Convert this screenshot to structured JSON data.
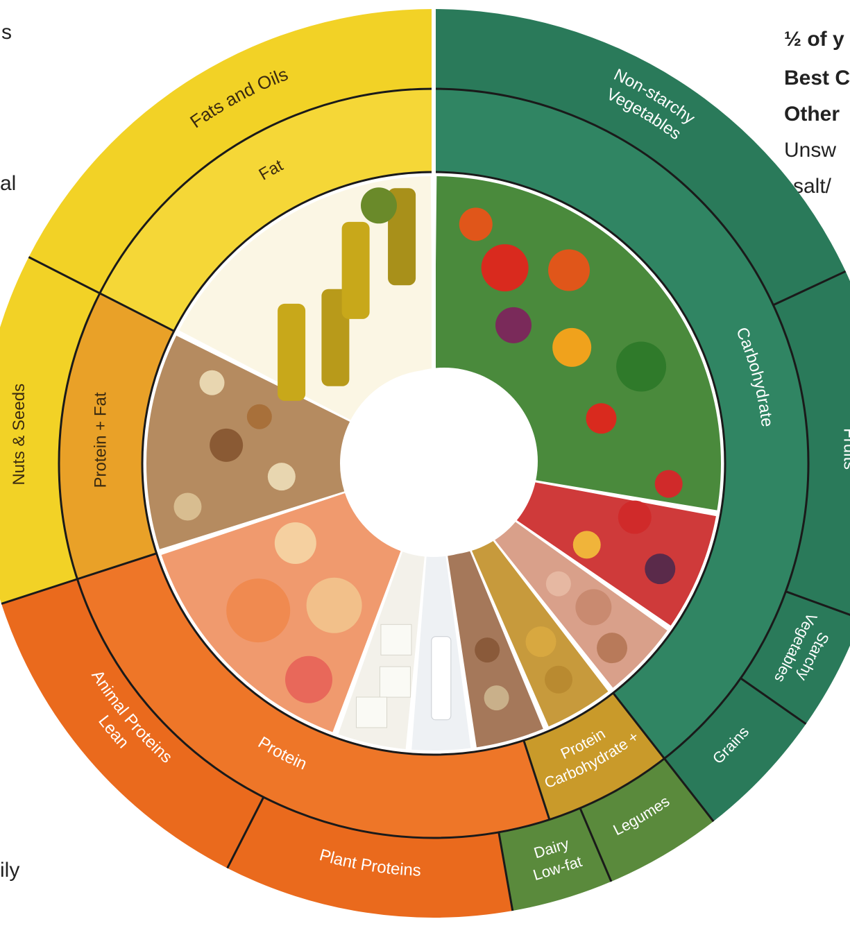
{
  "left_fragments": [
    "s",
    "al",
    "ily"
  ],
  "right_fragments": [
    "½ of y",
    "Best C",
    "Other",
    "Unsw",
    "salt/"
  ],
  "ring_labels": {
    "fats_and_oils": "Fats and Oils",
    "fat": "Fat",
    "nuts_seeds": "Nuts & Seeds",
    "protein_fat": "Protein + Fat",
    "non_starchy_vegetables": [
      "Non-starchy",
      "Vegetables"
    ],
    "carbohydrate": "Carbohydrate",
    "fruits": "Fruits",
    "starchy_vegetables": [
      "Starchy",
      "Vegetables"
    ],
    "grains": "Grains",
    "legumes": "Legumes",
    "low_fat_dairy": [
      "Low-fat",
      "Dairy"
    ],
    "carbohydrate_protein": [
      "Carbohydrate +",
      "Protein"
    ],
    "plant_proteins": "Plant Proteins",
    "lean_animal_proteins": [
      "Lean",
      "Animal Proteins"
    ],
    "protein": "Protein"
  },
  "photo_icons": {
    "fat": "oil-bottles-avocado-icon",
    "nuts": "mixed-nuts-icon",
    "animal": "fish-meat-eggs-icon",
    "tofu": "tofu-icon",
    "milk": "milk-glass-icon",
    "legumes": "beans-icon",
    "grains": "grains-icon",
    "potatoes": "potatoes-icon",
    "fruits": "berries-fruit-icon",
    "vegetables": "vegetables-icon"
  },
  "colors": {
    "yellow_outer": "#f2d226",
    "yellow_inner": "#f5d737",
    "orange_outer": "#ea6a1d",
    "orange_inner": "#ee7628",
    "green_outer": "#2a7a5a",
    "green_inner": "#308563",
    "olive": "#c99a2a",
    "olive_green": "#5a8a3c",
    "amber": "#e9a128",
    "line": "#1a1a1a"
  }
}
